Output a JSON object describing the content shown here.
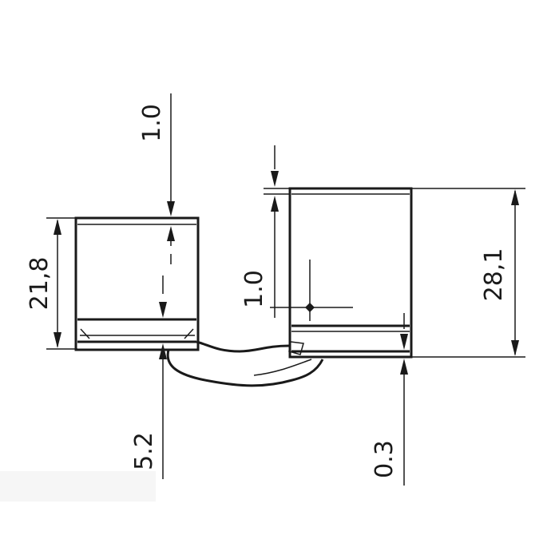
{
  "drawing": {
    "dimensions": {
      "left_height": "21,8",
      "left_top_gap": "1.0",
      "left_bottom_offset": "5.2",
      "right_height": "28,1",
      "right_top_gap": "1.0",
      "right_bottom_offset": "0.3"
    },
    "line_color": "#1a1a1a",
    "background": "#ffffff"
  }
}
